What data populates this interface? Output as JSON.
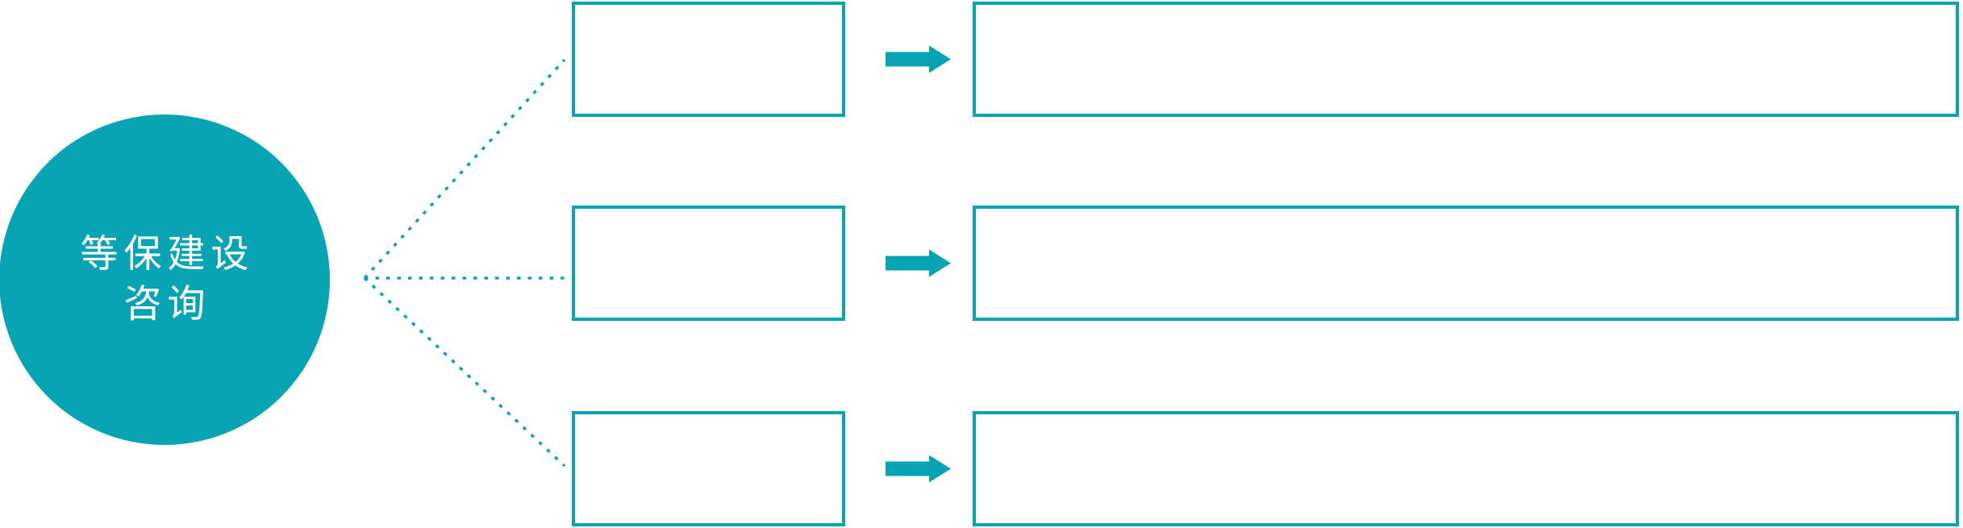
{
  "diagram": {
    "type": "hub-and-branches flow diagram",
    "hub": {
      "label_line1": "等保建设",
      "label_line2": "咨询"
    },
    "branches": [
      {
        "step_label": "",
        "detail_label": ""
      },
      {
        "step_label": "",
        "detail_label": ""
      },
      {
        "step_label": "",
        "detail_label": ""
      }
    ],
    "icons": {
      "arrow": "arrow-right"
    },
    "colors": {
      "accent": "#08a4b4",
      "hub_text": "#ffffff",
      "background": "#ffffff"
    }
  }
}
